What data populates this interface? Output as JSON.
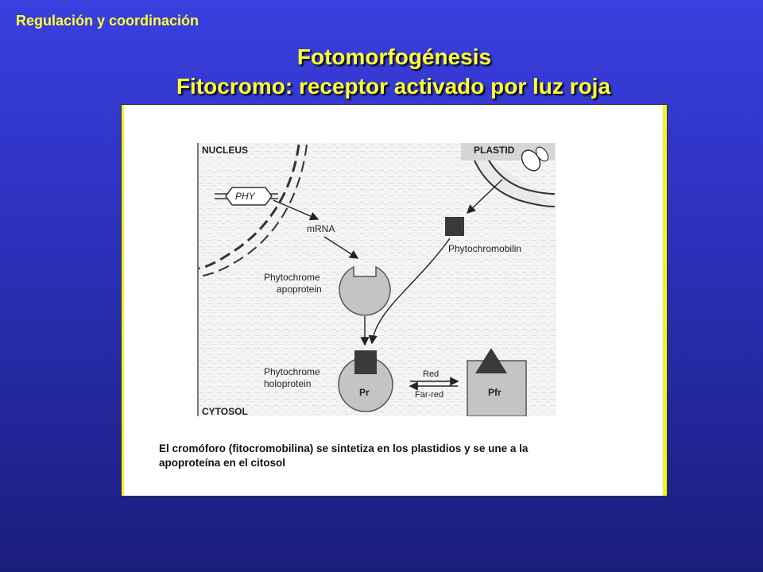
{
  "header": {
    "section": "Regulación y coordinación",
    "title_line1": "Fotomorfogénesis",
    "title_line2": "Fitocromo: receptor activado por luz roja"
  },
  "diagram": {
    "nucleus": "NUCLEUS",
    "plastid": "PLASTID",
    "gene": "PHY",
    "mrna": "mRNA",
    "phytochromobilin": "Phytochromobilin",
    "apoprotein_line1": "Phytochrome",
    "apoprotein_line2": "apoprotein",
    "holoprotein_line1": "Phytochrome",
    "holoprotein_line2": "holoprotein",
    "pr": "Pr",
    "pfr": "Pfr",
    "red": "Red",
    "far_red": "Far-red",
    "cytosol": "CYTOSOL"
  },
  "caption": {
    "line1": "El cromóforo (fitocromobilina) se sintetiza en los plastidios y se une a la",
    "line2": "apoproteína en el citosol"
  },
  "colors": {
    "background_top": "#3a3fe0",
    "background_bottom": "#1a1d7a",
    "title": "#ffff33",
    "panel_accent": "#f2f22a"
  }
}
